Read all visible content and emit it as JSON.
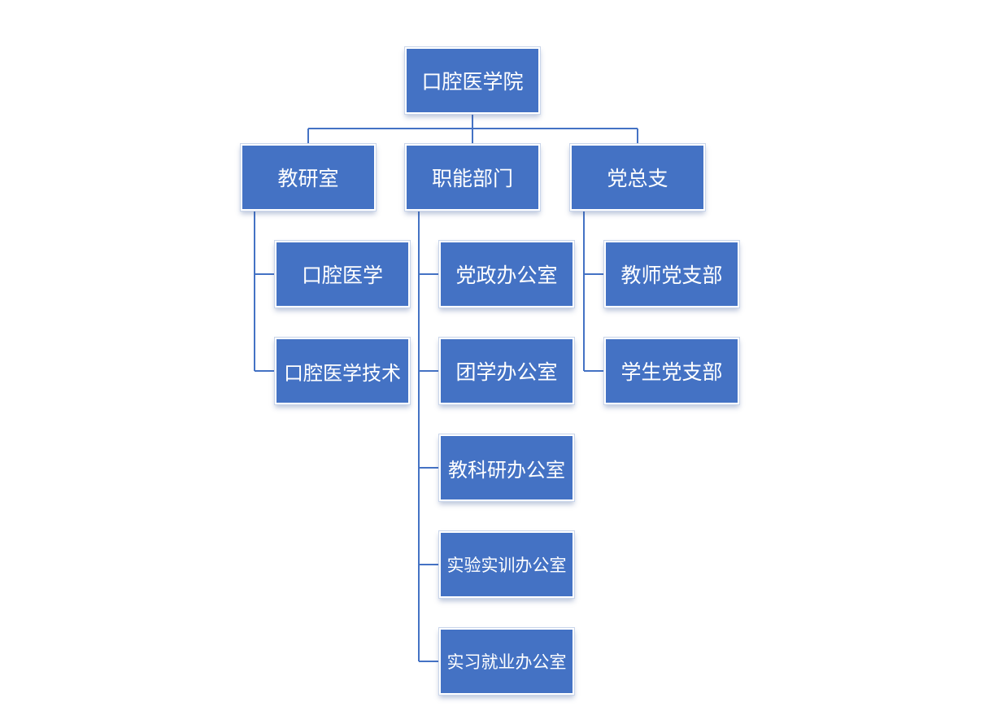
{
  "org_chart": {
    "root": "口腔医学院",
    "branches": {
      "teaching": {
        "label": "教研室",
        "children": [
          "口腔医学",
          "口腔医学技术"
        ]
      },
      "functional": {
        "label": "职能部门",
        "children": [
          "党政办公室",
          "团学办公室",
          "教科研办公室",
          "实验实训办公室",
          "实习就业办公室"
        ]
      },
      "party": {
        "label": "党总支",
        "children": [
          "教师党支部",
          "学生党支部"
        ]
      }
    }
  },
  "colors": {
    "box_fill": "#4472c4",
    "box_text": "#ffffff",
    "connector": "#4472c4"
  }
}
